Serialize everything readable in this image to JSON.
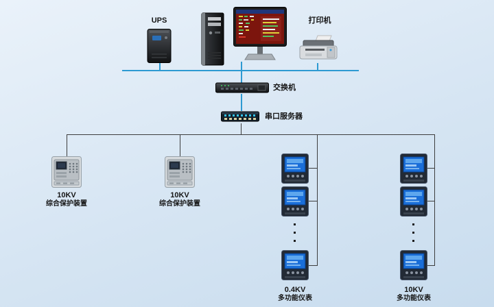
{
  "diagram": {
    "title_hint": "power monitoring system topology",
    "labels": {
      "ups": "UPS",
      "printer": "打印机",
      "switch": "交换机",
      "serial_server": "串口服务器",
      "protection1_line1": "10KV",
      "protection1_line2": "综合保护装置",
      "protection2_line1": "10KV",
      "protection2_line2": "综合保护装置",
      "meter_col1_line1": "0.4KV",
      "meter_col1_line2": "多功能仪表",
      "meter_col2_line1": "10KV",
      "meter_col2_line2": "多功能仪表"
    },
    "colors": {
      "background_top": "#eaf2fa",
      "background_bottom": "#c8dcee",
      "network_bus_line": "#2d9ad2",
      "tree_line": "#3c3c3c",
      "label_text": "#151515",
      "meter_screen": "#1a6ed8",
      "monitor_screen": "#7c150d"
    }
  }
}
